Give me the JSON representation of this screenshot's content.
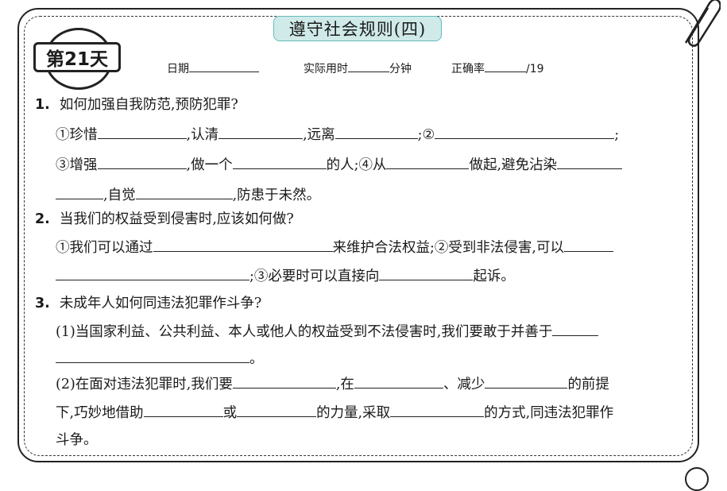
{
  "title": "遵守社会规则(四)",
  "day": "第21天",
  "meta": {
    "date_label": "日期",
    "time_label": "实际用时",
    "minutes_label": "分钟",
    "accuracy_label": "正确率",
    "accuracy_total": "/19"
  },
  "q1": {
    "number": "1.",
    "question": "如何加强自我防范,预防犯罪?",
    "l1": [
      "①珍惜",
      ",认清",
      ",远离",
      ";②",
      ";"
    ],
    "l2": [
      "③增强",
      ",做一个",
      "的人;④从",
      "做起,避免沾染"
    ],
    "l3": [
      ",自觉",
      ",防患于未然。"
    ]
  },
  "q2": {
    "number": "2.",
    "question": "当我们的权益受到侵害时,应该如何做?",
    "l1": [
      "①我们可以通过",
      "来维护合法权益;②受到非法侵害,可以"
    ],
    "l2": [
      ";③必要时可以直接向",
      "起诉。"
    ]
  },
  "q3": {
    "number": "3.",
    "question": "未成年人如何同违法犯罪作斗争?",
    "p1": "(1)当国家利益、公共利益、本人或他人的权益受到不法侵害时,我们要敢于并善于",
    "p1_end": "。",
    "p2": [
      "(2)在面对违法犯罪时,我们要",
      ",在",
      "、减少",
      "的前提"
    ],
    "p3": [
      "下,巧妙地借助",
      "或",
      "的力量,采取",
      "的方式,同违法犯罪作"
    ],
    "p4": "斗争。"
  }
}
